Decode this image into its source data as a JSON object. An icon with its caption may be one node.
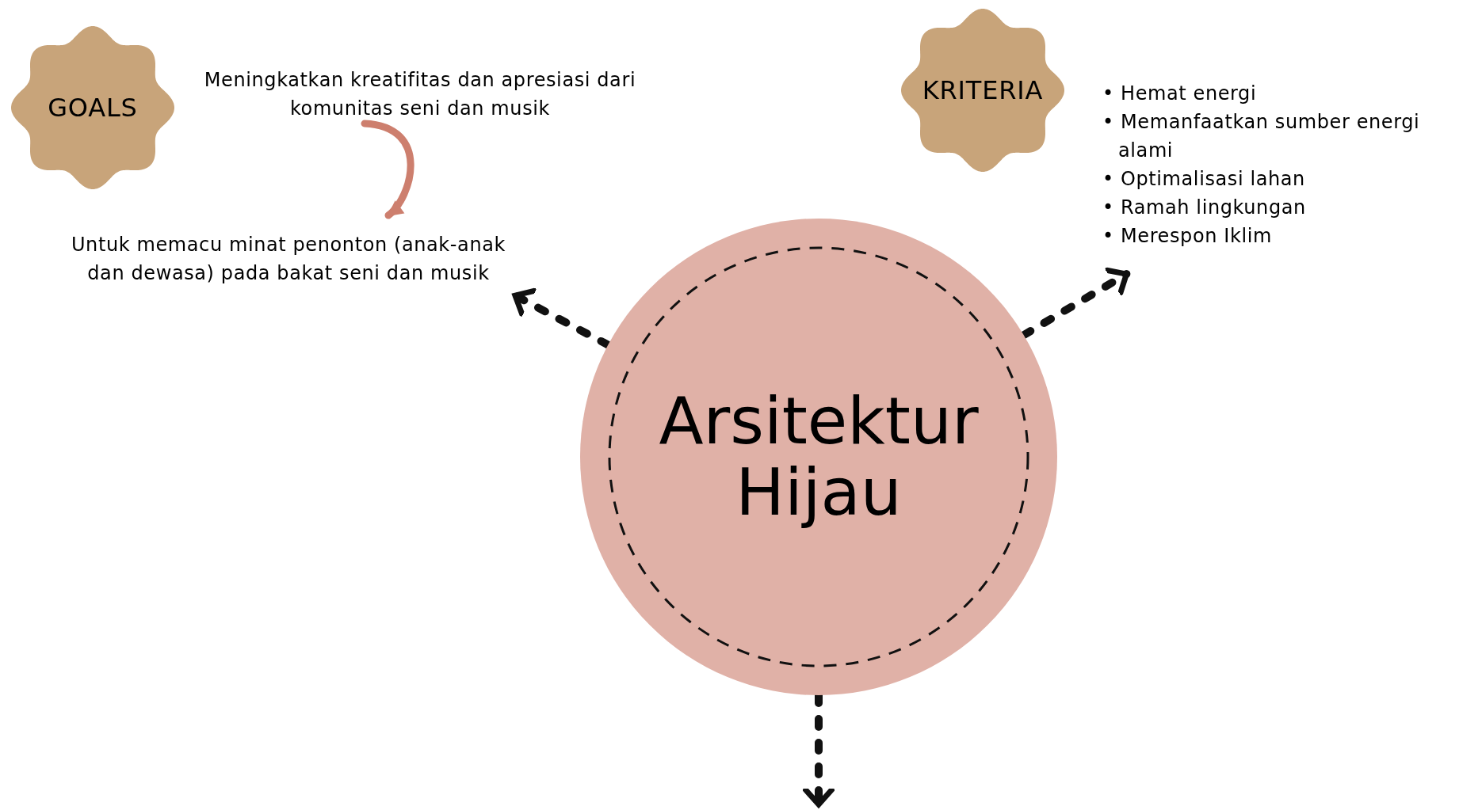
{
  "diagram": {
    "nodes": [
      {
        "text": [
          "GOALS"
        ]
      },
      {
        "text": [
          "Meningkatkan kreatifitas dan apresiasi dari komunitas seni dan musik"
        ]
      },
      {
        "text": [
          "Untuk memacu minat penonton (anak-anak dan dewasa) pada bakat seni dan musik"
        ]
      },
      {
        "text": [
          "KRITERIA"
        ]
      },
      {
        "text": [
          "• Hemat energi",
          "• Memanfaatkan sumber energi alami",
          "• Optimalisasi lahan",
          "• Ramah lingkungan",
          "• Merespon Iklim"
        ]
      },
      {
        "text": [
          "Arsitektur Hijau"
        ]
      }
    ],
    "edges": [
      {
        "from": 1,
        "to": 2,
        "arrow": "to",
        "color": "#cd7f6e"
      },
      {
        "from": 5,
        "to": 2,
        "arrow": "to",
        "style": "dashed"
      },
      {
        "from": 5,
        "to": 4,
        "arrow": "to",
        "style": "dashed"
      },
      {
        "from": 5,
        "to": null,
        "arrow": "to",
        "style": "dashed"
      }
    ]
  }
}
